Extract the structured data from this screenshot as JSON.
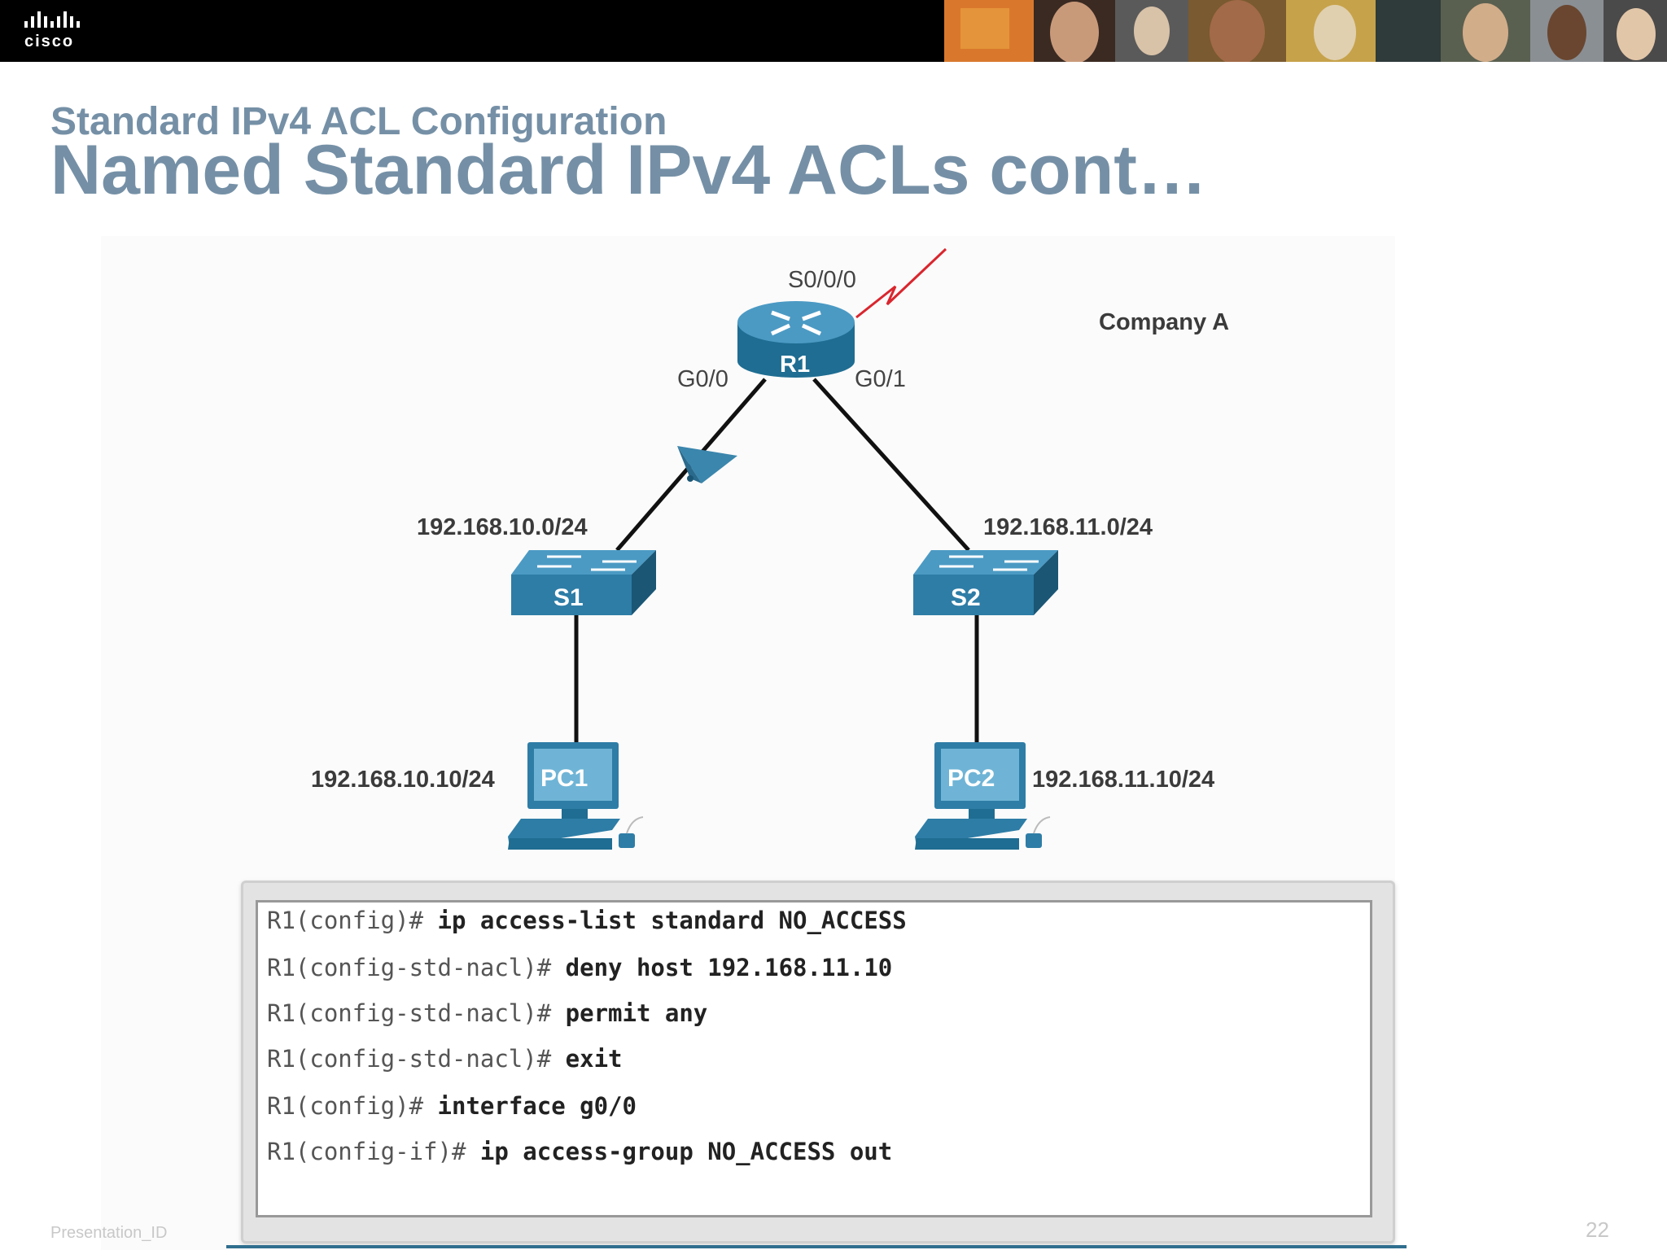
{
  "brand": {
    "logo_text": "cisco"
  },
  "header": {
    "subtitle": "Standard IPv4 ACL Configuration",
    "title": "Named Standard IPv4 ACLs cont…"
  },
  "diagram": {
    "company": "Company A",
    "router": {
      "name": "R1",
      "serial_if": "S0/0/0",
      "g00_if": "G0/0",
      "g01_if": "G0/1"
    },
    "left": {
      "network": "192.168.10.0/24",
      "switch": "S1",
      "pc": "PC1",
      "pc_ip": "192.168.10.10/24"
    },
    "right": {
      "network": "192.168.11.0/24",
      "switch": "S2",
      "pc": "PC2",
      "pc_ip": "192.168.11.10/24"
    },
    "colors": {
      "device": "#2e7da6",
      "device_dark": "#1b5675",
      "serial_link": "#d9262e",
      "link": "#111111"
    }
  },
  "cli": {
    "lines": [
      {
        "prompt": "R1(config)#",
        "command": "ip access-list standard NO_ACCESS"
      },
      {
        "prompt": "R1(config-std-nacl)#",
        "command": "deny host 192.168.11.10"
      },
      {
        "prompt": "R1(config-std-nacl)#",
        "command": "permit any"
      },
      {
        "prompt": "R1(config-std-nacl)#",
        "command": "exit"
      },
      {
        "prompt": "R1(config)#",
        "command": "interface g0/0"
      },
      {
        "prompt": "R1(config-if)#",
        "command": "ip access-group NO_ACCESS out"
      }
    ]
  },
  "footer": {
    "presentation_id": "Presentation_ID",
    "page": "22"
  }
}
